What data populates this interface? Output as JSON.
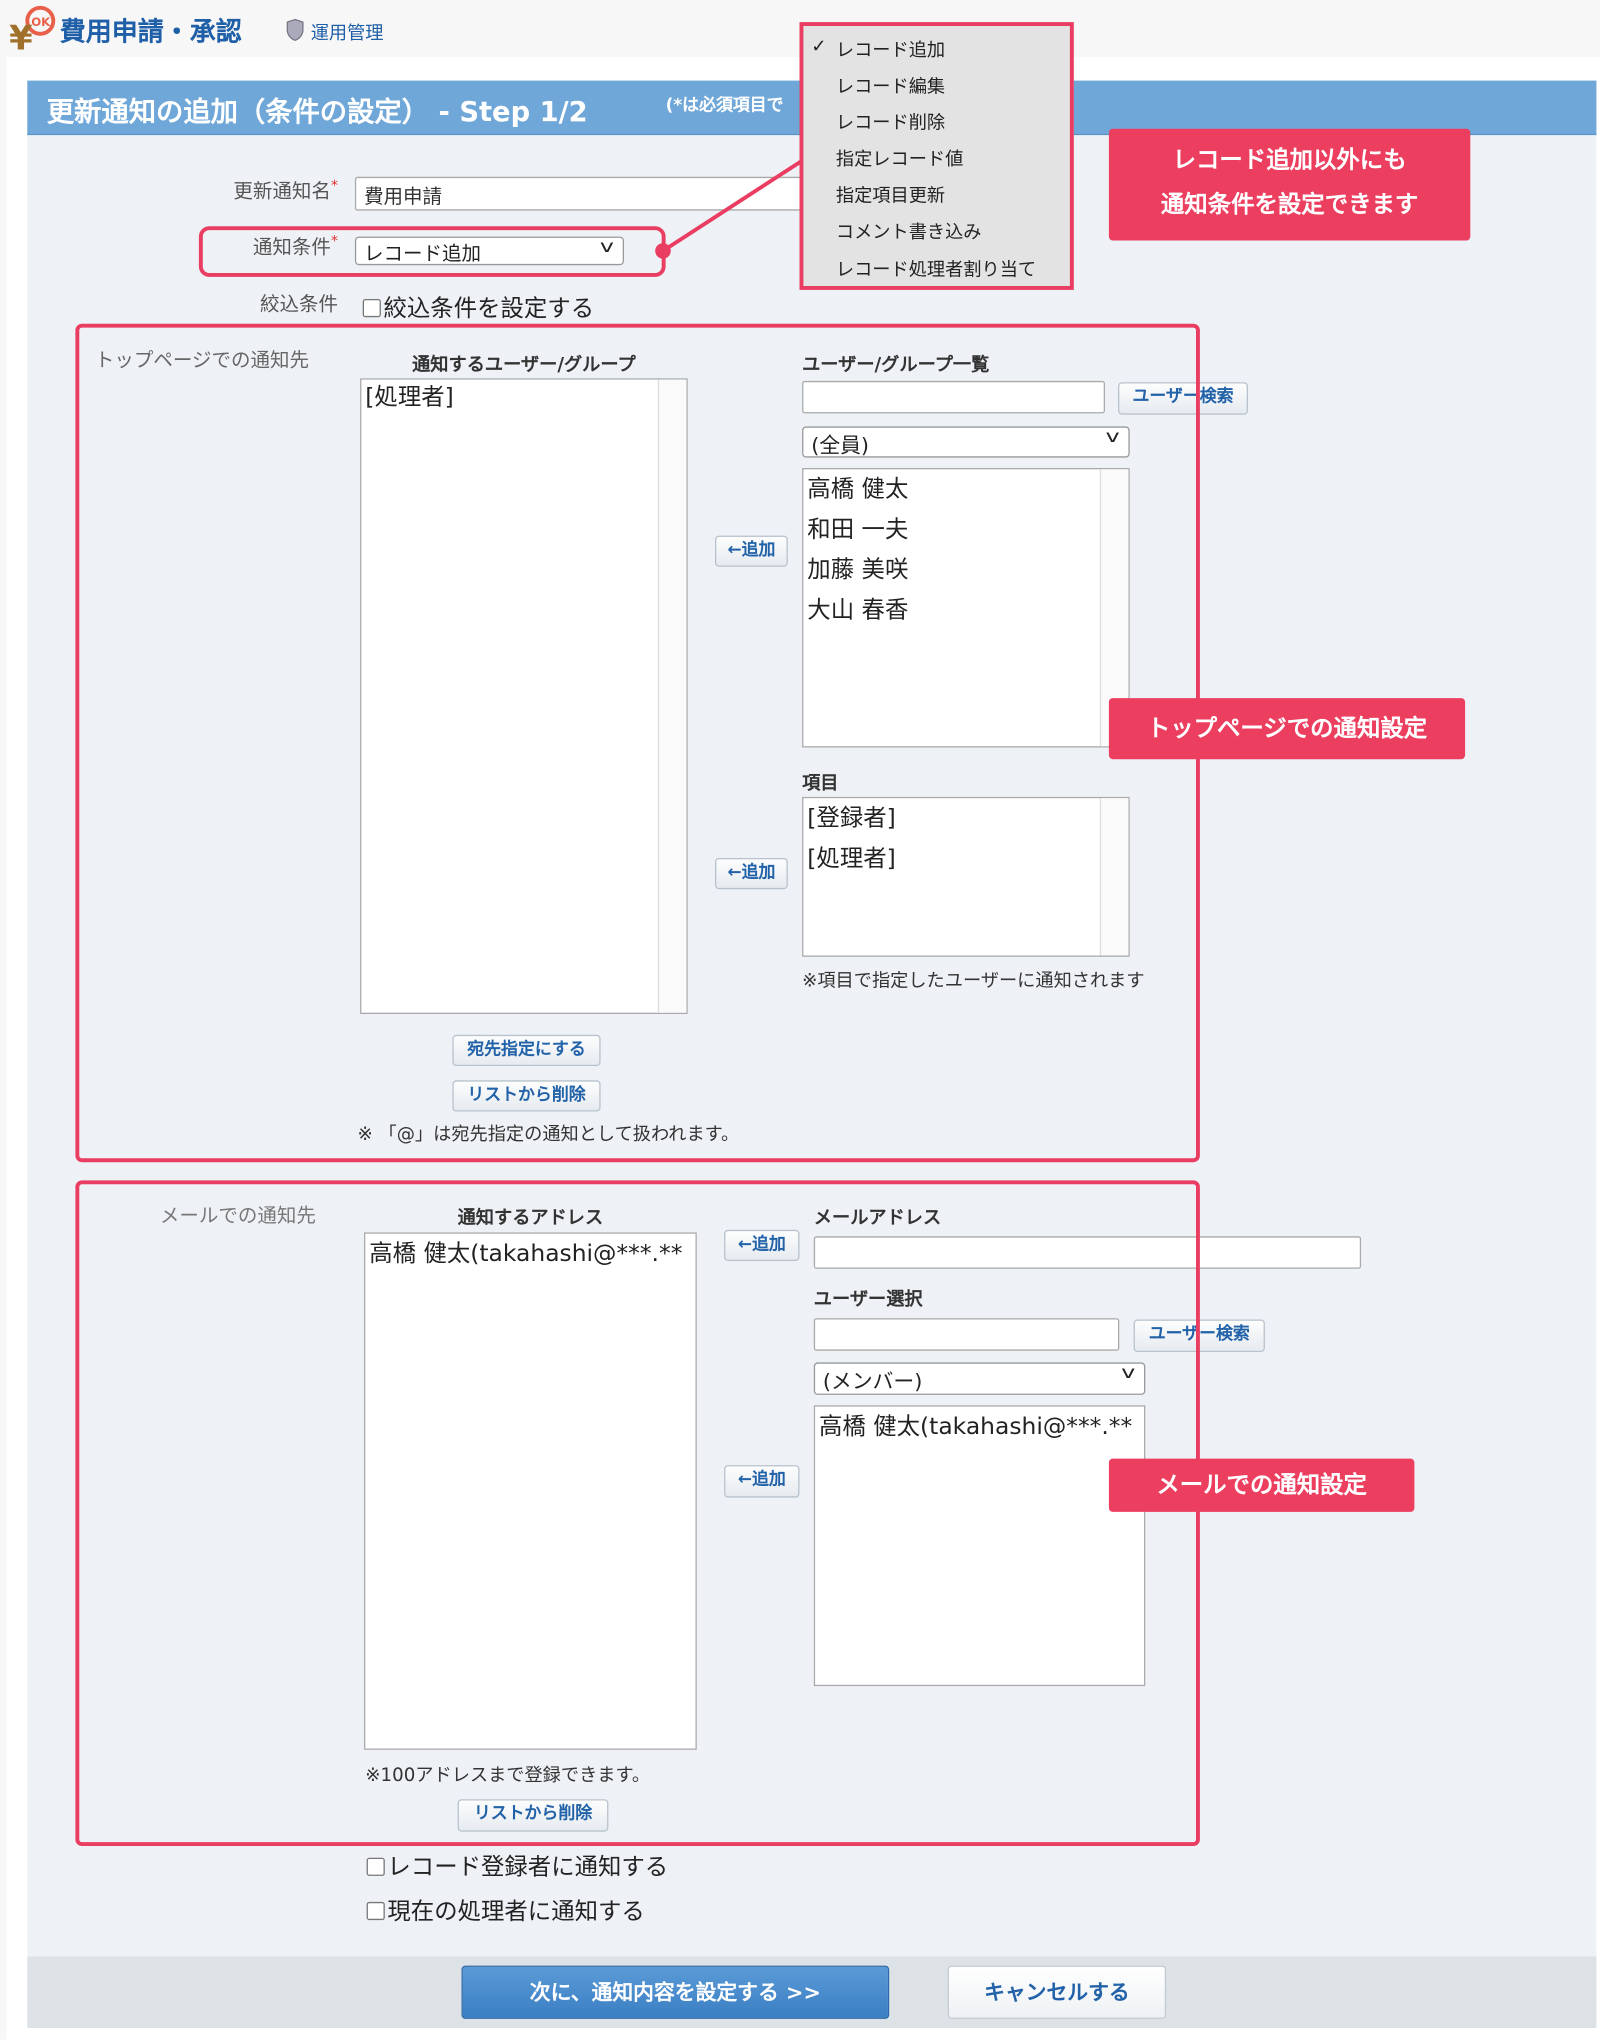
{
  "header": {
    "app_title": "費用申請・承認",
    "admin_link": "運用管理"
  },
  "bar": {
    "title": "更新通知の追加（条件の設定） - Step 1/2",
    "required_note": "(*は必須項目で"
  },
  "form": {
    "name_label": "更新通知名",
    "name_value": "費用申請",
    "condition_label": "通知条件",
    "condition_value": "レコード追加",
    "filter_label": "絞込条件",
    "filter_checkbox": "絞込条件を設定する",
    "required_mark": "*"
  },
  "dropdown": {
    "selected_mark": "✓",
    "options": [
      "レコード追加",
      "レコード編集",
      "レコード削除",
      "指定レコード値",
      "指定項目更新",
      "コメント書き込み",
      "レコード処理者割り当て"
    ]
  },
  "top": {
    "section_label": "トップページでの通知先",
    "targets_header": "通知するユーザー/グループ",
    "targets": [
      "[処理者]"
    ],
    "add_button": "←追加",
    "users_header": "ユーザー/グループ一覧",
    "search_value": "",
    "search_button": "ユーザー検索",
    "group_select": "(全員)",
    "users": [
      "高橋 健太",
      "和田 一夫",
      "加藤 美咲",
      "大山 春香"
    ],
    "items_header": "項目",
    "items": [
      "[登録者]",
      "[処理者]"
    ],
    "items_note": "※項目で指定したユーザーに通知されます",
    "mention_button": "宛先指定にする",
    "remove_button": "リストから削除",
    "mention_note": "※ 「@」は宛先指定の通知として扱われます。"
  },
  "mail": {
    "section_label": "メールでの通知先",
    "targets_header": "通知するアドレス",
    "targets": [
      "高橋 健太(takahashi@***.**"
    ],
    "add_button": "←追加",
    "address_header": "メールアドレス",
    "address_value": "",
    "user_select_header": "ユーザー選択",
    "search_value": "",
    "search_button": "ユーザー検索",
    "member_select": "(メンバー)",
    "members": [
      "高橋 健太(takahashi@***.**"
    ],
    "limit_note": "※100アドレスまで登録できます。",
    "remove_button": "リストから削除"
  },
  "options": {
    "notify_registrant": "レコード登録者に通知する",
    "notify_assignee": "現在の処理者に通知する"
  },
  "footer": {
    "next_button": "次に、通知内容を設定する >>",
    "cancel_button": "キャンセルする"
  },
  "callouts": {
    "condition_line1": "レコード追加以外にも",
    "condition_line2": "通知条件を設定できます",
    "top": "トップページでの通知設定",
    "mail": "メールでの通知設定"
  },
  "colors": {
    "accent": "#ec3e5f",
    "bar": "#6fa7d8",
    "link": "#1f5fa8"
  }
}
